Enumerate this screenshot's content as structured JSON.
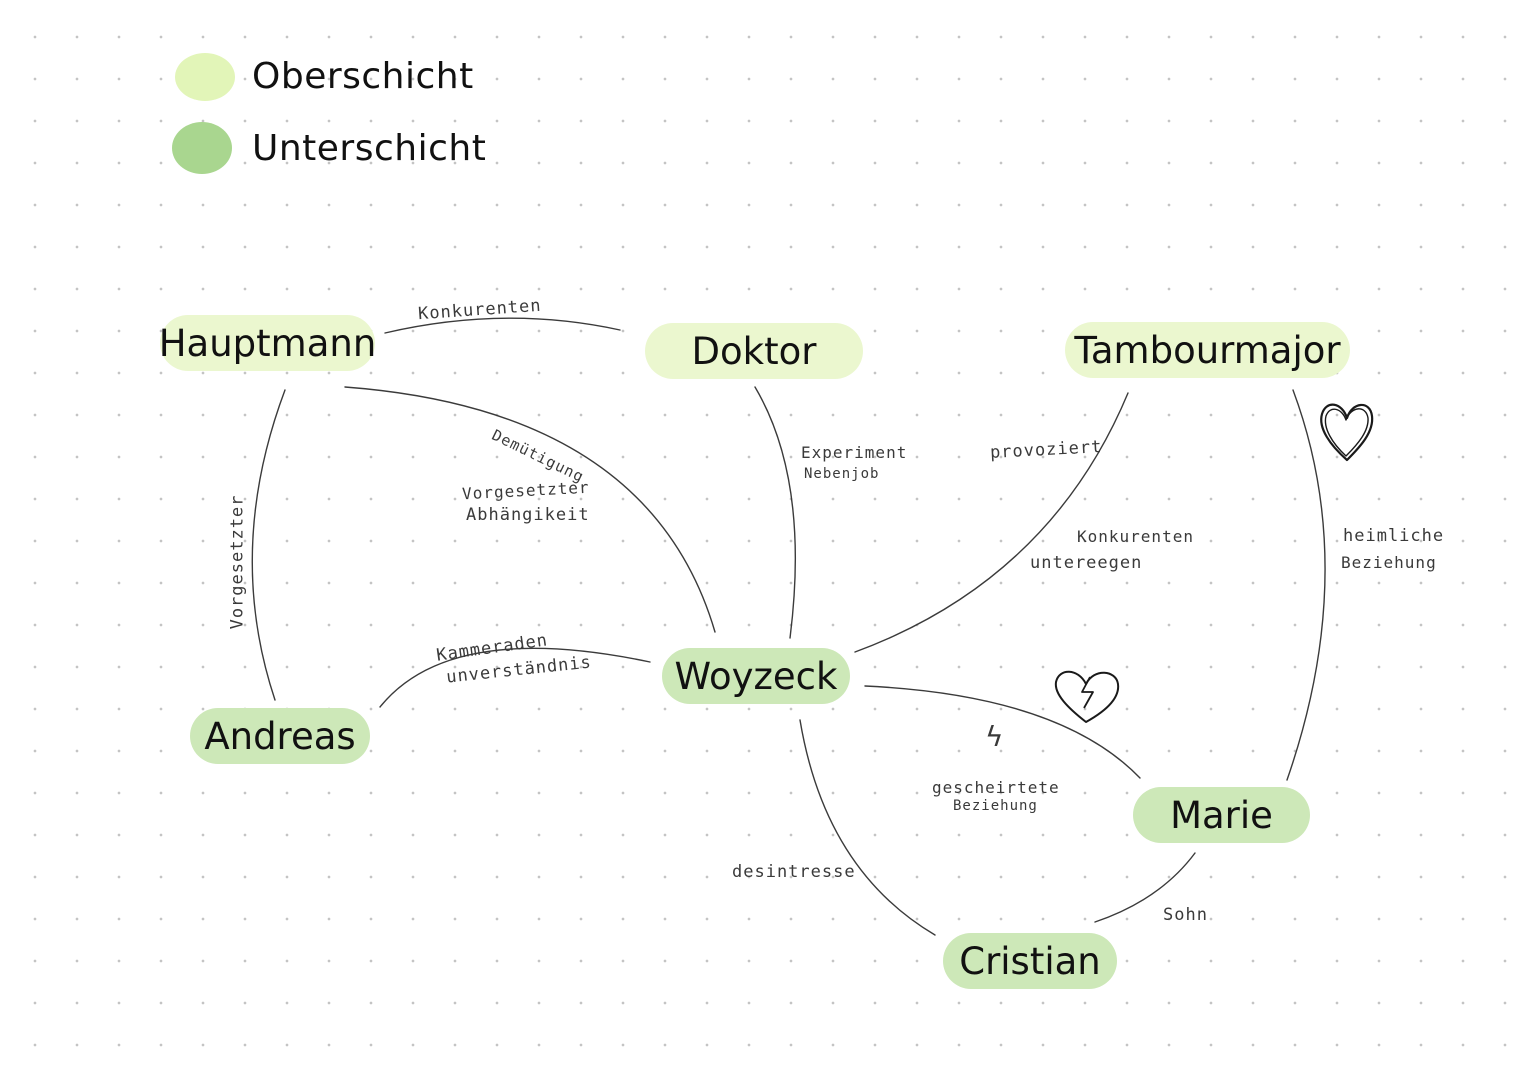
{
  "legend": {
    "upper": {
      "label": "Oberschicht",
      "color": "#e2f5b8"
    },
    "lower": {
      "label": "Unterschicht",
      "color": "#a9d68f"
    }
  },
  "nodes": {
    "hauptmann": "Hauptmann",
    "doktor": "Doktor",
    "tambourmajor": "Tambourmajor",
    "woyzeck": "Woyzeck",
    "andreas": "Andreas",
    "marie": "Marie",
    "cristian": "Cristian"
  },
  "edges": {
    "hauptmann_doktor": "Konkurenten",
    "hauptmann_woyzeck_1": "Demütigung",
    "hauptmann_woyzeck_2": "Vorgesetzter",
    "hauptmann_woyzeck_3": "Abhängikeit",
    "hauptmann_andreas": "Vorgesetzter",
    "doktor_woyzeck_1": "Experiment",
    "doktor_woyzeck_2": "Nebenjob",
    "tambourmajor_woyzeck_1": "provoziert",
    "tambourmajor_woyzeck_2": "Konkurenten",
    "tambourmajor_woyzeck_3": "untereegen",
    "tambourmajor_marie_1": "heimliche",
    "tambourmajor_marie_2": "Beziehung",
    "woyzeck_andreas_1": "Kammeraden",
    "woyzeck_andreas_2": "unverständnis",
    "woyzeck_marie_symbol": "ϟ",
    "woyzeck_marie_1": "gescheirtete",
    "woyzeck_marie_2": "Beziehung",
    "woyzeck_cristian": "desintresse",
    "marie_cristian": "Sohn"
  },
  "icons": {
    "love": "heart-icon",
    "broken": "broken-heart-icon"
  }
}
